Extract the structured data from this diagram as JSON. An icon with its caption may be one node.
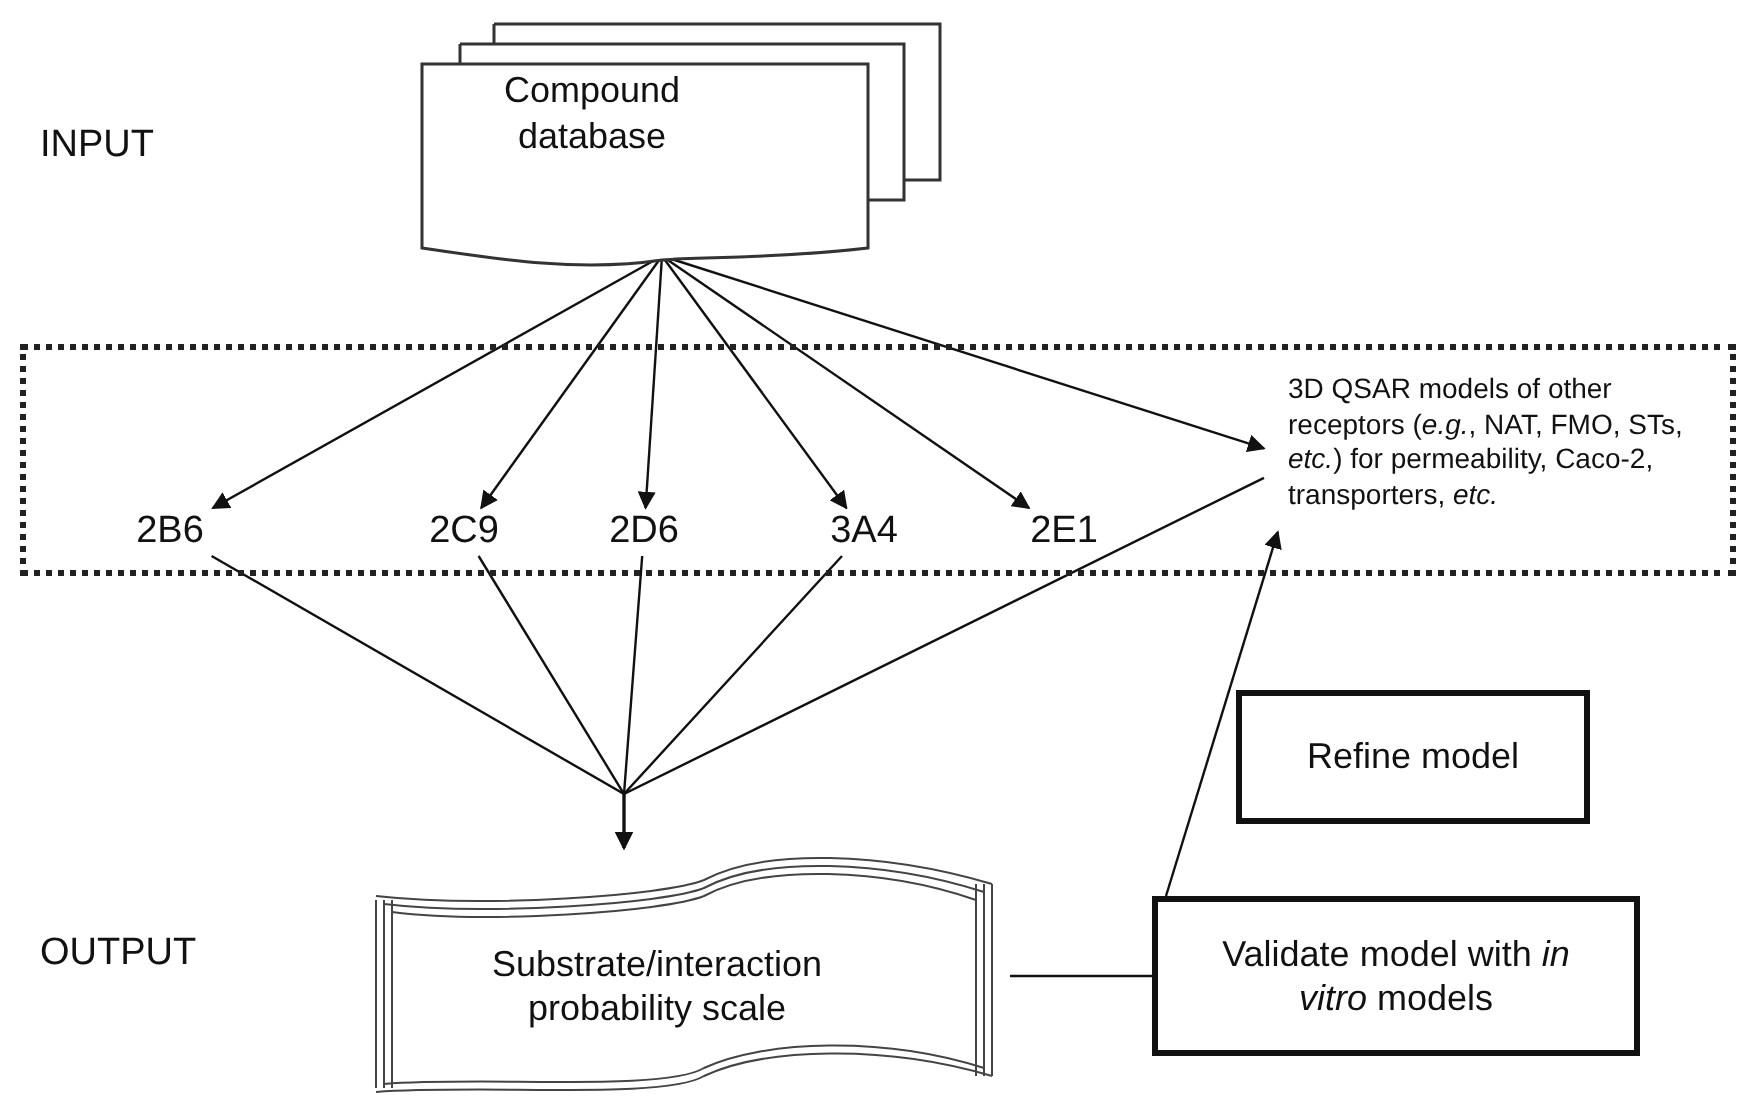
{
  "diagram": {
    "nodes": [
      {
        "text": [
          "Compound database"
        ]
      },
      {
        "text": [],
        "shape": "box"
      },
      {
        "text": [
          "2B6"
        ],
        "in": 1
      },
      {
        "text": [
          "2C9"
        ],
        "in": 1
      },
      {
        "text": [
          "2D6"
        ],
        "in": 1
      },
      {
        "text": [
          "3A4"
        ],
        "in": 1
      },
      {
        "text": [
          "2E1"
        ],
        "in": 1
      },
      {
        "text": [
          "3D QSAR models of other receptors (*e.g.*, NAT, FMO, STs, *etc.*) for permeability, Caco-2, transporters, *etc.*"
        ],
        "in": 1
      },
      {
        "text": [
          "Substrate/interaction probability scale"
        ]
      },
      {
        "text": [
          "Refine model"
        ]
      },
      {
        "text": [
          "Validate model with *in vitro* models"
        ]
      }
    ],
    "edges": [
      {
        "from": 0,
        "to": 2,
        "arrow": "to"
      },
      {
        "from": 0,
        "to": 3,
        "arrow": "to"
      },
      {
        "from": 0,
        "to": 4,
        "arrow": "to"
      },
      {
        "from": 0,
        "to": 5,
        "arrow": "to"
      },
      {
        "from": 0,
        "to": 6,
        "arrow": "to"
      },
      {
        "from": 0,
        "to": 7,
        "arrow": "to"
      },
      {
        "from": 2,
        "to": 8,
        "arrow": "to"
      },
      {
        "from": 3,
        "to": 8,
        "arrow": "to"
      },
      {
        "from": 4,
        "to": 8,
        "arrow": "to"
      },
      {
        "from": 5,
        "to": 8,
        "arrow": "to"
      },
      {
        "from": 7,
        "to": 8,
        "arrow": "to"
      },
      {
        "from": 8,
        "to": 10,
        "arrow": "none"
      },
      {
        "from": 10,
        "to": 7,
        "arrow": "to"
      }
    ],
    "labels": [
      "INPUT",
      "OUTPUT"
    ]
  }
}
